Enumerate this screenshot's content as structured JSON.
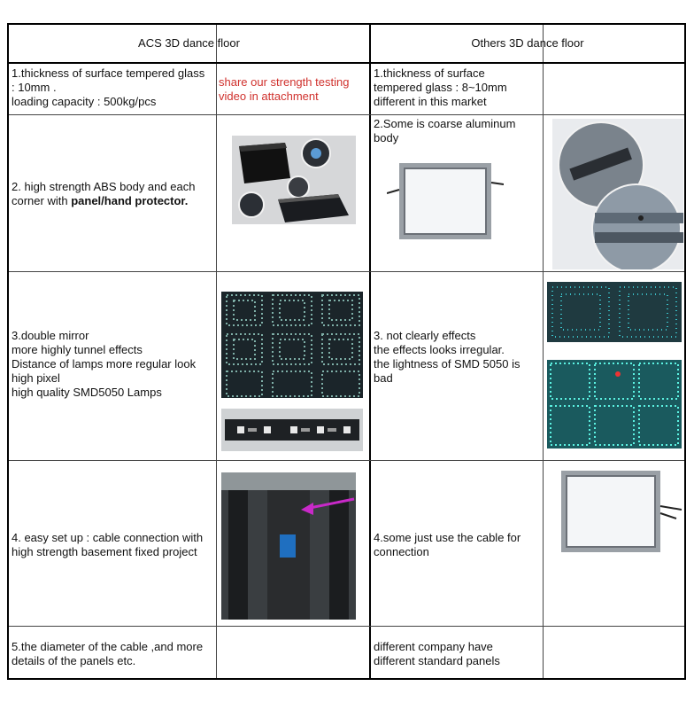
{
  "headers": {
    "acs": "ACS 3D dance floor",
    "others": "Others 3D dance floor"
  },
  "rows": [
    {
      "acs_lines": [
        "1.thickness of surface tempered glass",
        ": 10mm .",
        "loading capacity : 500kg/pcs"
      ],
      "acs_note_lines": [
        "share our strength testing",
        "video in attachment"
      ],
      "others_lines": [
        "1.thickness of surface",
        "tempered glass : 8~10mm",
        "different in this market"
      ]
    },
    {
      "acs_lines": [
        "2. high strength ABS body and each"
      ],
      "acs_line2_prefix": "corner with ",
      "acs_line2_bold": "panel/hand protector.",
      "others_lines": [
        "2.Some is coarse aluminum",
        "body"
      ]
    },
    {
      "acs_lines": [
        "3.double mirror",
        "more highly tunnel effects",
        "Distance of lamps more regular look",
        "high pixel",
        "high quality SMD5050 Lamps"
      ],
      "others_lines": [
        "3. not clearly effects",
        "the effects looks irregular.",
        "the lightness of SMD 5050 is",
        "bad"
      ]
    },
    {
      "acs_lines": [
        "4. easy set up : cable connection with",
        "high strength basement fixed project"
      ],
      "others_lines": [
        "4.some just use the cable for",
        "connection"
      ]
    },
    {
      "acs_lines": [
        "5.the diameter of the cable ,and more",
        "details of the panels etc."
      ],
      "others_lines": [
        "different company have",
        "different standard panels"
      ]
    }
  ],
  "icons": {
    "panel_photo": "abs-panel-protector-photo",
    "coarse_panel": "aluminum-panel-photo",
    "coarse_closeup": "aluminum-closeup-photo",
    "mirror_floor": "infinity-mirror-floor-photo",
    "led_strip": "smd5050-led-strip-photo",
    "cable_photo": "cable-connection-photo"
  }
}
